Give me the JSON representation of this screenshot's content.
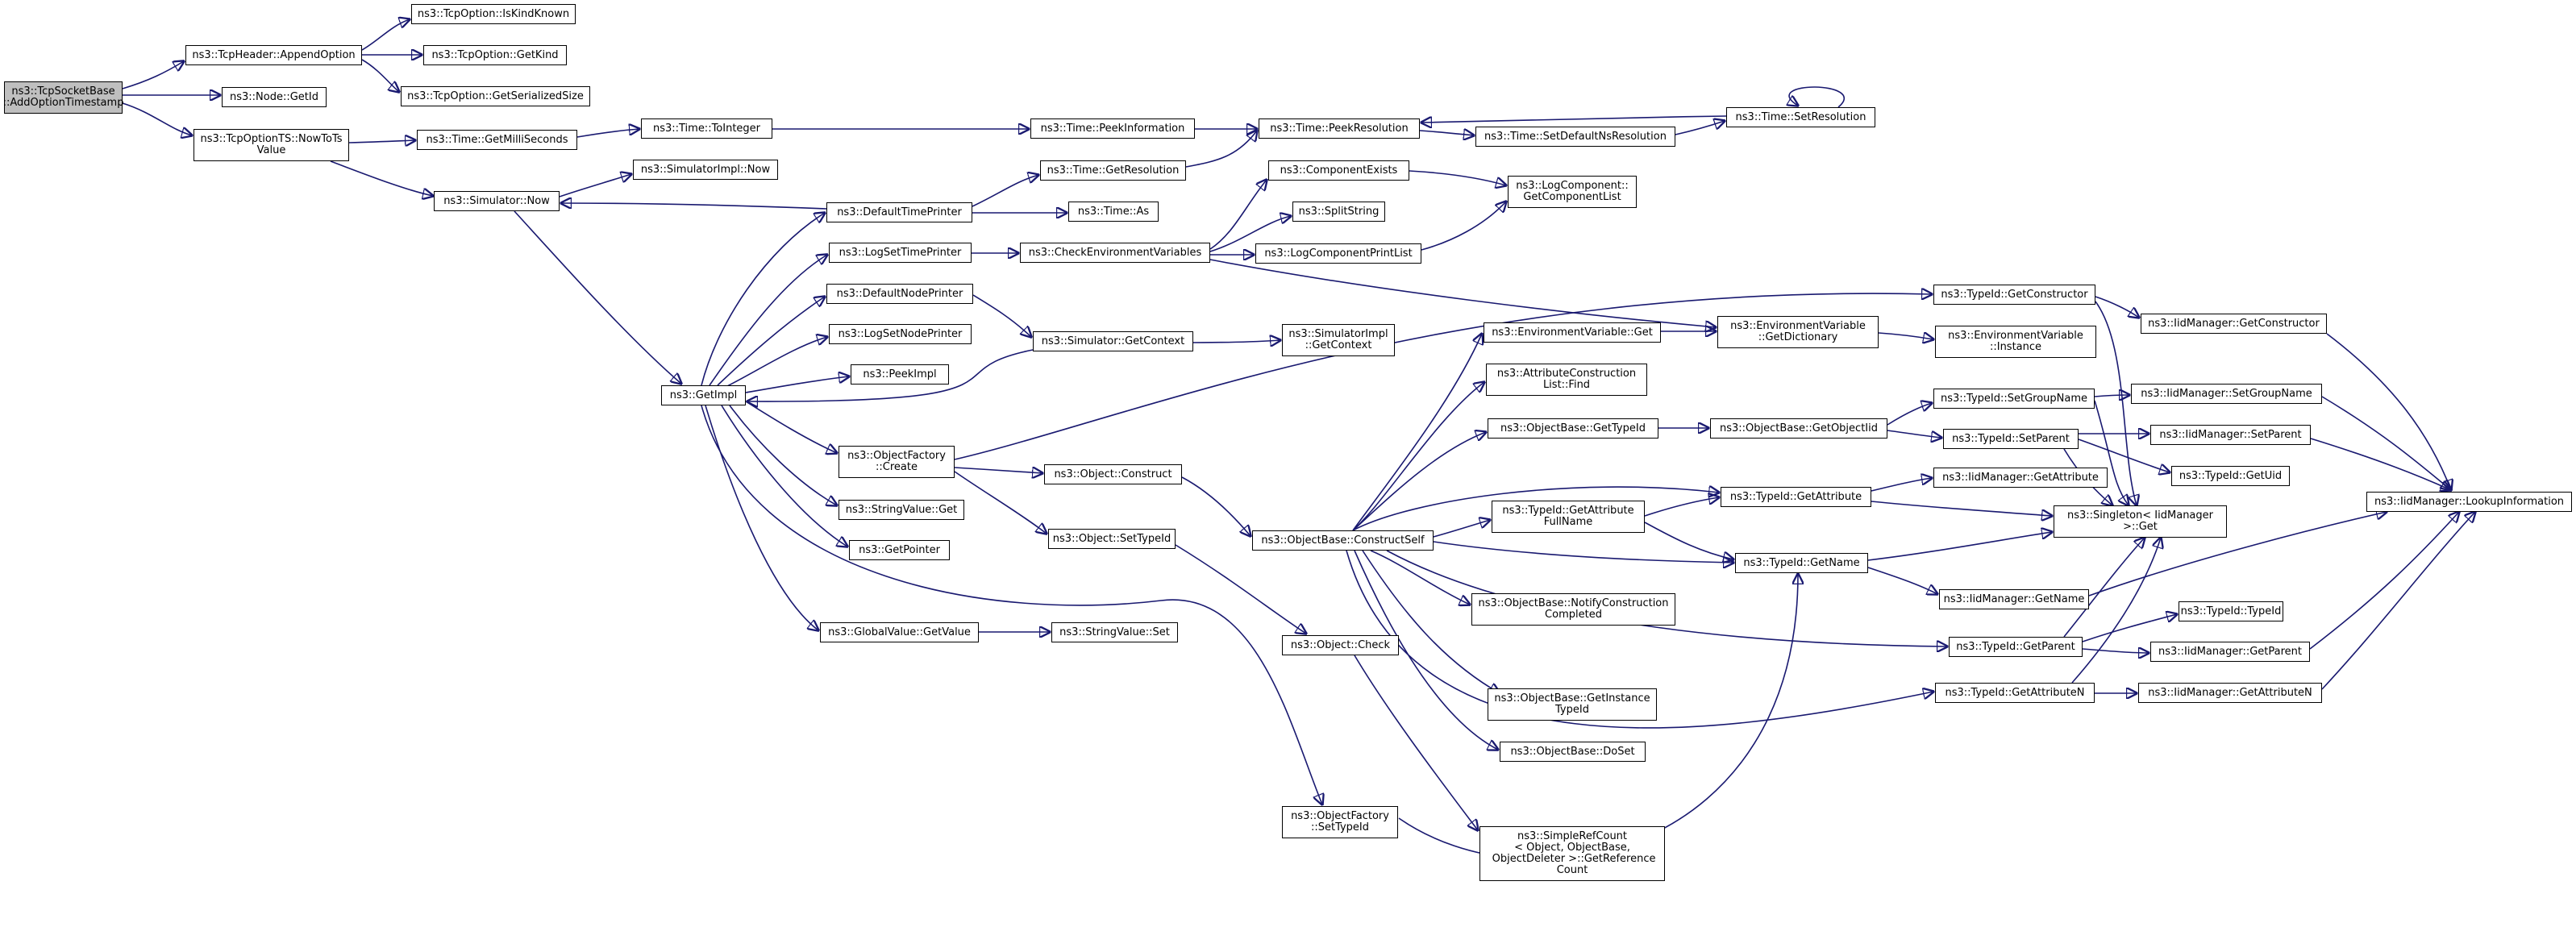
{
  "colors": {
    "edge": "#191970",
    "root_fill": "#bfbfbf",
    "node_fill": "#ffffff",
    "node_border": "#000000"
  },
  "nodes": {
    "add_option_timestamp": "ns3::TcpSocketBase\n::AddOptionTimestamp",
    "append_option": "ns3::TcpHeader::AppendOption",
    "node_getid": "ns3::Node::GetId",
    "nowtots": "ns3::TcpOptionTS::NowToTs\nValue",
    "iskindknown": "ns3::TcpOption::IsKindKnown",
    "getkind": "ns3::TcpOption::GetKind",
    "getserializedsize": "ns3::TcpOption::GetSerializedSize",
    "getmilliseconds": "ns3::Time::GetMilliSeconds",
    "simulator_now": "ns3::Simulator::Now",
    "tointeger": "ns3::Time::ToInteger",
    "peekinformation": "ns3::Time::PeekInformation",
    "peekresolution": "ns3::Time::PeekResolution",
    "setdefaultnsresolution": "ns3::Time::SetDefaultNsResolution",
    "setresolution": "ns3::Time::SetResolution",
    "simimpl_now": "ns3::SimulatorImpl::Now",
    "defaulttimeprinter": "ns3::DefaultTimePrinter",
    "getresolution": "ns3::Time::GetResolution",
    "time_as": "ns3::Time::As",
    "componentexists": "ns3::ComponentExists",
    "splitstring": "ns3::SplitString",
    "getcomponentlist": "ns3::LogComponent::\nGetComponentList",
    "logsettimeprinter": "ns3::LogSetTimePrinter",
    "checkenvvars": "ns3::CheckEnvironmentVariables",
    "logcomponentprintlist": "ns3::LogComponentPrintList",
    "defaultnodeprinter": "ns3::DefaultNodePrinter",
    "logsetnodeprinter": "ns3::LogSetNodePrinter",
    "peekimpl": "ns3::PeekImpl",
    "getimpl": "ns3::GetImpl",
    "sim_getcontext": "ns3::Simulator::GetContext",
    "simimpl_getcontext": "ns3::SimulatorImpl\n::GetContext",
    "typeid_getconstructor": "ns3::TypeId::GetConstructor",
    "iidmgr_getconstructor": "ns3::IidManager::GetConstructor",
    "envvar_get": "ns3::EnvironmentVariable::Get",
    "envvar_getdictionary": "ns3::EnvironmentVariable\n::GetDictionary",
    "envvar_instance": "ns3::EnvironmentVariable\n::Instance",
    "attrconstr_find": "ns3::AttributeConstruction\nList::Find",
    "objfactory_create": "ns3::ObjectFactory\n::Create",
    "objbase_gettypeid": "ns3::ObjectBase::GetTypeId",
    "objbase_getobjectiid": "ns3::ObjectBase::GetObjectIid",
    "typeid_setgroupname": "ns3::TypeId::SetGroupName",
    "iidmgr_setgroupname": "ns3::IidManager::SetGroupName",
    "typeid_setparent": "ns3::TypeId::SetParent",
    "iidmgr_setparent": "ns3::IidManager::SetParent",
    "typeid_getuid": "ns3::TypeId::GetUid",
    "object_construct": "ns3::Object::Construct",
    "stringvalue_get": "ns3::StringValue::Get",
    "typeid_getattribute": "ns3::TypeId::GetAttribute",
    "iidmgr_getattribute": "ns3::IidManager::GetAttribute",
    "iidmgr_lookupinfo": "ns3::IidManager::LookupInformation",
    "getpointer": "ns3::GetPointer",
    "object_settypeid": "ns3::Object::SetTypeId",
    "objbase_constructself": "ns3::ObjectBase::ConstructSelf",
    "typeid_getattrfullname": "ns3::TypeId::GetAttribute\nFullName",
    "singleton_get": "ns3::Singleton< IidManager\n>::Get",
    "typeid_getname": "ns3::TypeId::GetName",
    "iidmgr_getname": "ns3::IidManager::GetName",
    "objbase_notify": "ns3::ObjectBase::NotifyConstruction\nCompleted",
    "typeid_typeid": "ns3::TypeId::TypeId",
    "globalvalue_getvalue": "ns3::GlobalValue::GetValue",
    "stringvalue_set": "ns3::StringValue::Set",
    "object_check": "ns3::Object::Check",
    "typeid_getparent": "ns3::TypeId::GetParent",
    "iidmgr_getparent": "ns3::IidManager::GetParent",
    "typeid_getattributen": "ns3::TypeId::GetAttributeN",
    "iidmgr_getattributen": "ns3::IidManager::GetAttributeN",
    "objbase_getinstancetypeid": "ns3::ObjectBase::GetInstance\nTypeId",
    "objbase_doset": "ns3::ObjectBase::DoSet",
    "objfactory_settypeid": "ns3::ObjectFactory\n::SetTypeId",
    "simplerefcount": "ns3::SimpleRefCount\n< Object, ObjectBase,\n ObjectDeleter >::GetReference\nCount"
  }
}
